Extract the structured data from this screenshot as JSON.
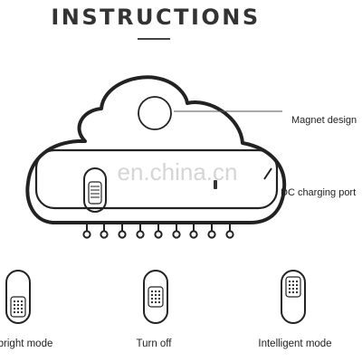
{
  "header": {
    "title": "INSTRUCTIONS"
  },
  "device": {
    "watermark": "en.china.cn",
    "labels": {
      "magnet": "Magnet design",
      "dc_port": "DC charging port"
    }
  },
  "modes": [
    {
      "label": "bright mode",
      "switch_position": "bottom"
    },
    {
      "label": "Turn off",
      "switch_position": "middle"
    },
    {
      "label": "Intelligent mode",
      "switch_position": "top"
    }
  ],
  "colors": {
    "line": "#222222",
    "text": "#222222",
    "title": "#333333",
    "watermark": "#c8c8c8"
  }
}
